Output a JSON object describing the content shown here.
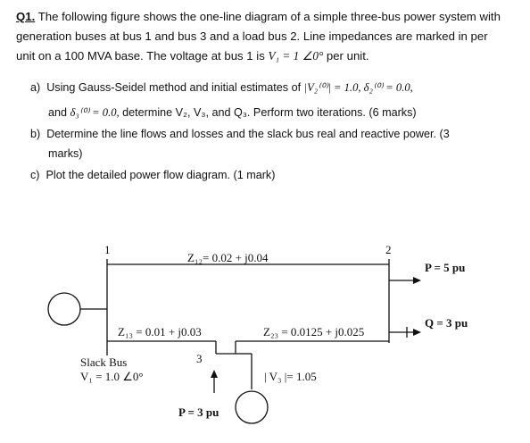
{
  "question": {
    "number": "Q1.",
    "line1": " The following figure shows the one-line diagram of a simple three-bus power system with",
    "line2": "generation buses at bus 1 and bus 3 and a load bus 2. Line impedances are marked in per",
    "line3_a": "unit on a 100 MVA base. The voltage at bus 1 is ",
    "line3_eq": "V₁ = 1 ∠0°",
    "line3_b": " per unit."
  },
  "parts": {
    "a_label": "a)",
    "a_line1_a": "Using Gauss-Seidel method and initial estimates of ",
    "a_line1_eq": "|V₂⁽⁰⁾| = 1.0, δ₂⁽⁰⁾ = 0.0,",
    "a_line2_a": "and ",
    "a_line2_eq": "δ₃⁽⁰⁾ = 0.0,",
    "a_line2_b": " determine V₂, V₃, and Q₃. Perform two iterations. (6 marks)",
    "b_label": "b)",
    "b_line1": "Determine the line flows and losses and the slack bus real and reactive power. (3",
    "b_line2": "marks)",
    "c_label": "c)",
    "c_line1": "Plot the detailed power flow diagram. (1 mark)"
  },
  "diagram": {
    "bus1_label": "1",
    "bus2_label": "2",
    "bus3_label": "3",
    "z12": "Z₁₂= 0.02 + j0.04",
    "z13": "Z₁₃ = 0.01 + j0.03",
    "z23": "Z₂₃ = 0.0125 + j0.025",
    "p_load": "P = 5 pu",
    "q_load": "Q = 3 pu",
    "slack_title": "Slack Bus",
    "slack_voltage": "V₁ = 1.0  ∠0°",
    "v3": "| V₃ |= 1.05",
    "p3": "P = 3 pu"
  }
}
